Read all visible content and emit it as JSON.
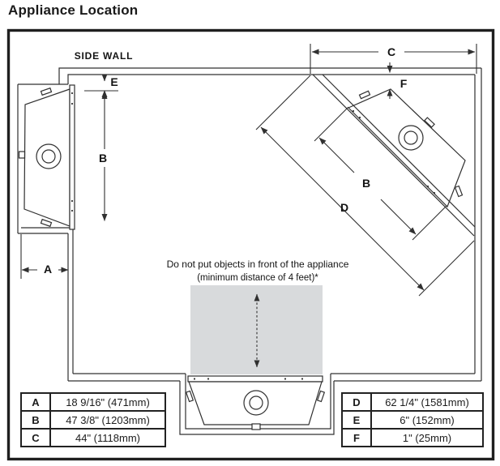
{
  "title": "Appliance Location",
  "diagram": {
    "side_wall": "SIDE WALL",
    "warning": {
      "line1": "Do not put objects in front of the appliance",
      "line2": "(minimum distance of 4 feet)*"
    },
    "dims": {
      "a": "A",
      "b": "B",
      "c": "C",
      "d": "D",
      "e": "E",
      "f": "F"
    }
  },
  "tables": {
    "left": {
      "rows": [
        {
          "key": "A",
          "value": "18 9/16\" (471mm)"
        },
        {
          "key": "B",
          "value": "47 3/8\" (1203mm)"
        },
        {
          "key": "C",
          "value": "44\" (1118mm)"
        }
      ]
    },
    "right": {
      "rows": [
        {
          "key": "D",
          "value": "62 1/4\" (1581mm)"
        },
        {
          "key": "E",
          "value": "6\" (152mm)"
        },
        {
          "key": "F",
          "value": "1\" (25mm)"
        }
      ]
    }
  },
  "colors": {
    "shade": "#d8dadc",
    "line": "#303030"
  }
}
